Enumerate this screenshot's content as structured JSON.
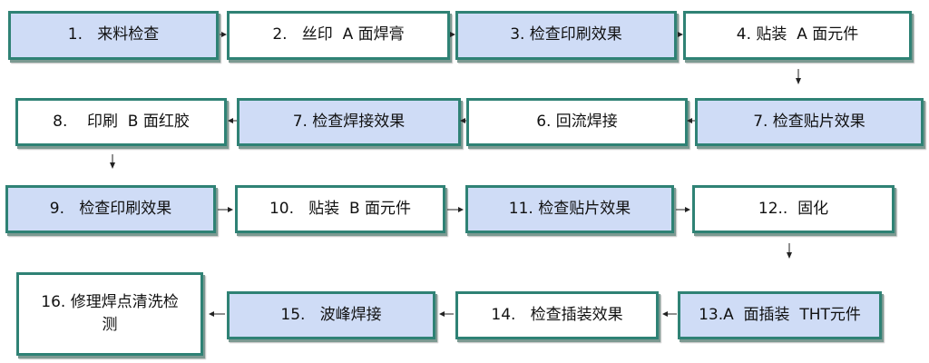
{
  "steps": [
    {
      "id": 1,
      "label": "1.   来料检查",
      "style": "blue"
    },
    {
      "id": 2,
      "label": "2.   丝印  A 面焊膏",
      "style": "white"
    },
    {
      "id": 3,
      "label": "3. 检查印刷效果",
      "style": "blue"
    },
    {
      "id": 4,
      "label": "4. 贴装  A 面元件",
      "style": "white"
    },
    {
      "id": 5,
      "label": "7. 检查贴片效果",
      "style": "blue"
    },
    {
      "id": 6,
      "label": "6. 回流焊接",
      "style": "white"
    },
    {
      "id": 7,
      "label": "7. 检查焊接效果",
      "style": "blue"
    },
    {
      "id": 8,
      "label": "8.    印刷  B 面红胶",
      "style": "white"
    },
    {
      "id": 9,
      "label": "9.   检查印刷效果",
      "style": "blue"
    },
    {
      "id": 10,
      "label": "10.   贴装  B 面元件",
      "style": "white"
    },
    {
      "id": 11,
      "label": "11. 检查贴片效果",
      "style": "blue"
    },
    {
      "id": 12,
      "label": "12..  固化",
      "style": "white"
    },
    {
      "id": 13,
      "label": "13.A  面插装  THT元件",
      "style": "blue"
    },
    {
      "id": 14,
      "label": "14.   检查插装效果",
      "style": "white"
    },
    {
      "id": 15,
      "label": "15.   波峰焊接",
      "style": "blue"
    },
    {
      "id": 16,
      "label": "16. 修理焊点清洗检\n测",
      "style": "white"
    }
  ]
}
